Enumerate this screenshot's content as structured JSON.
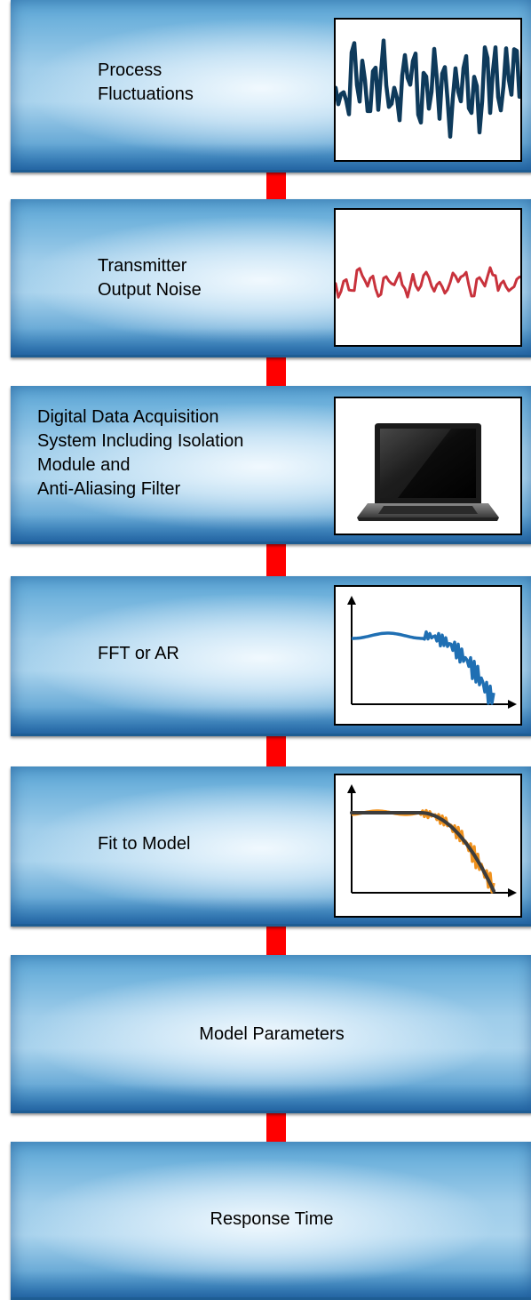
{
  "colors": {
    "connector": "#ff0000",
    "wave_fluctuations": "#0e3a5b",
    "wave_noise": "#c8323c",
    "spectrum": "#1f6fb3",
    "fit_data": "#f0921e",
    "fit_model": "#3c3c3c"
  },
  "stages": [
    {
      "lines": [
        "Process",
        "Fluctuations"
      ],
      "graphic": "waveform-fluctuations"
    },
    {
      "lines": [
        "Transmitter",
        "Output Noise"
      ],
      "graphic": "waveform-noise"
    },
    {
      "lines": [
        "Digital Data Acquisition",
        "System Including Isolation",
        "Module and",
        "Anti-Aliasing Filter"
      ],
      "graphic": "laptop-icon"
    },
    {
      "lines": [
        "FFT or AR"
      ],
      "graphic": "spectrum-plot"
    },
    {
      "lines": [
        "Fit to Model"
      ],
      "graphic": "model-fit-plot"
    },
    {
      "lines": [
        "Model Parameters"
      ]
    },
    {
      "lines": [
        "Response Time"
      ]
    }
  ]
}
